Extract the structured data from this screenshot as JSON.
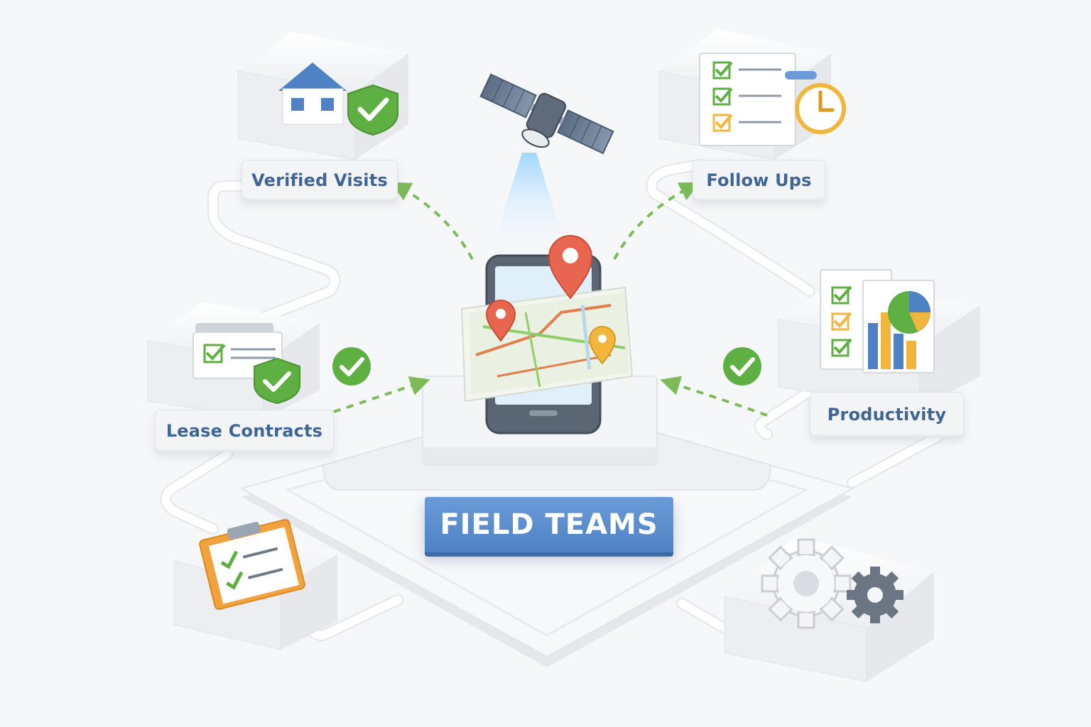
{
  "title": "FIELD TEAMS",
  "labels": {
    "verified_visits": "Verified Visits",
    "follow_ups": "Follow Ups",
    "lease_contracts": "Lease Contracts",
    "productivity": "Productivity"
  },
  "icons": {
    "center": "smartphone-map-icon",
    "satellite": "satellite-icon",
    "verified_visits": "house-shield-check-icon",
    "follow_ups": "checklist-clock-icon",
    "lease_contracts": "document-shield-check-icon",
    "productivity": "checklist-chart-icon",
    "bottom_left": "clipboard-checklist-icon",
    "bottom_right": "gears-icon"
  },
  "colors": {
    "accent_blue": "#4f82c4",
    "label_text": "#3f6596",
    "check_green": "#5fb043",
    "pin_red": "#e8664f",
    "pin_yellow": "#f2b63c",
    "arrow_green": "#7dbb5a"
  }
}
